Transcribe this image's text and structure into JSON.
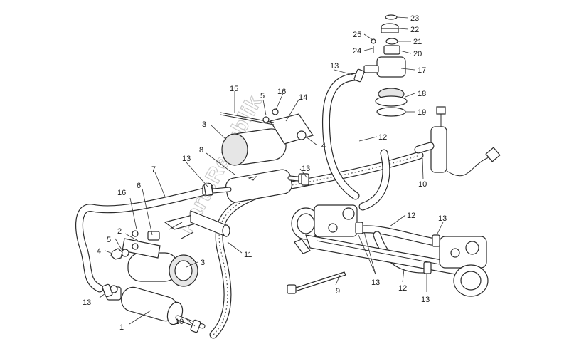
{
  "watermark": "PartsRepublik",
  "callouts": [
    {
      "id": "c1",
      "text": "1"
    },
    {
      "id": "c2",
      "text": "2"
    },
    {
      "id": "c3a",
      "text": "3"
    },
    {
      "id": "c3b",
      "text": "3"
    },
    {
      "id": "c4a",
      "text": "4"
    },
    {
      "id": "c4b",
      "text": "4"
    },
    {
      "id": "c5a",
      "text": "5"
    },
    {
      "id": "c5b",
      "text": "5"
    },
    {
      "id": "c6",
      "text": "6"
    },
    {
      "id": "c7",
      "text": "7"
    },
    {
      "id": "c8",
      "text": "8"
    },
    {
      "id": "c9",
      "text": "9"
    },
    {
      "id": "c10a",
      "text": "10"
    },
    {
      "id": "c10b",
      "text": "10"
    },
    {
      "id": "c11",
      "text": "11"
    },
    {
      "id": "c12a",
      "text": "12"
    },
    {
      "id": "c12b",
      "text": "12"
    },
    {
      "id": "c12c",
      "text": "12"
    },
    {
      "id": "c13a",
      "text": "13"
    },
    {
      "id": "c13b",
      "text": "13"
    },
    {
      "id": "c13c",
      "text": "13"
    },
    {
      "id": "c13d",
      "text": "13"
    },
    {
      "id": "c13e",
      "text": "13"
    },
    {
      "id": "c13f",
      "text": "13"
    },
    {
      "id": "c13g",
      "text": "13"
    },
    {
      "id": "c14",
      "text": "14"
    },
    {
      "id": "c15",
      "text": "15"
    },
    {
      "id": "c16a",
      "text": "16"
    },
    {
      "id": "c16b",
      "text": "16"
    },
    {
      "id": "c17",
      "text": "17"
    },
    {
      "id": "c18",
      "text": "18"
    },
    {
      "id": "c19",
      "text": "19"
    },
    {
      "id": "c20",
      "text": "20"
    },
    {
      "id": "c21",
      "text": "21"
    },
    {
      "id": "c22",
      "text": "22"
    },
    {
      "id": "c23",
      "text": "23"
    },
    {
      "id": "c24",
      "text": "24"
    },
    {
      "id": "c25",
      "text": "25"
    }
  ]
}
